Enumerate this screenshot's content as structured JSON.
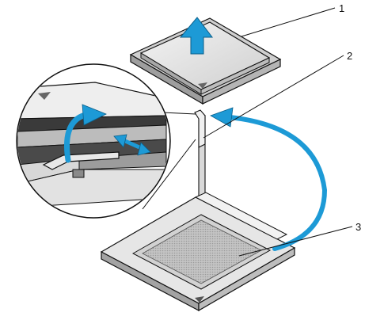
{
  "callouts": [
    {
      "number": "1",
      "target": "processor"
    },
    {
      "number": "2",
      "target": "release-lever"
    },
    {
      "number": "3",
      "target": "processor-socket"
    }
  ],
  "colors": {
    "arrow": "#1d9ad6",
    "outline": "#111111",
    "part_light": "#eeeeee",
    "part_mid": "#c9c9c9",
    "part_dark": "#8f8f8f",
    "pad": "#b5b5b5"
  },
  "icons": [
    "up-arrow-icon",
    "curved-arrow-icon",
    "double-headed-arrow-icon"
  ]
}
